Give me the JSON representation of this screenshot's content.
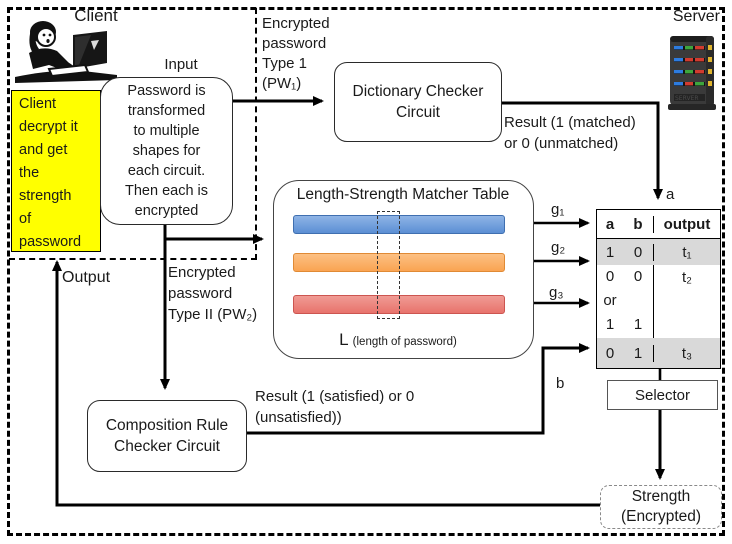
{
  "colors": {
    "note-yellow": "#FFFF00",
    "row-gray": "#D9D9D9",
    "bar-blue": "#5B8FD4",
    "bar-blue-border": "#3F6FB0",
    "bar-orange": "#FAA452",
    "bar-orange-border": "#E08A35",
    "bar-red": "#E8736C",
    "bar-red-border": "#CC5550",
    "arrow-blue": "#4779BE"
  },
  "client": {
    "label": "Client",
    "note": "Client\ndecrypt it\nand get\nthe\nstrength\nof\npassword",
    "output_label": "Output"
  },
  "server": {
    "label": "Server"
  },
  "input": {
    "label": "Input",
    "box": "Password is\ntransformed\nto multiple\nshapes for\neach circuit.\nThen each is\nencrypted"
  },
  "labels": {
    "pw1": "Encrypted\npassword\nType 1\n(PW₁)",
    "pw2": "Encrypted\npassword\nType II (PW₂)",
    "result_matched": "Result (1 (matched)\nor 0 (unmatched)",
    "result_satisfied": "Result (1 (satisfied) or 0\n(unsatisfied))",
    "a": "a",
    "b": "b",
    "g1": "g₁",
    "g2": "g₂",
    "g3": "g₃"
  },
  "boxes": {
    "dictionary": "Dictionary Checker\nCircuit",
    "composition": "Composition Rule\nChecker Circuit",
    "selector": "Selector",
    "strength": "Strength\n(Encrypted)"
  },
  "matcher": {
    "title": "Length-Strength Matcher Table",
    "length_main": "L ",
    "length_sub": "(length of password)"
  },
  "table": {
    "headers": {
      "a": "a",
      "b": "b",
      "output": "output"
    },
    "rows": [
      {
        "a": "1",
        "b": "0",
        "out": "t₁"
      },
      {
        "a": "0\nor\n1",
        "b": "0\n\n1",
        "out": "t₂"
      },
      {
        "a": "0",
        "b": "1",
        "out": "t₃"
      }
    ]
  }
}
